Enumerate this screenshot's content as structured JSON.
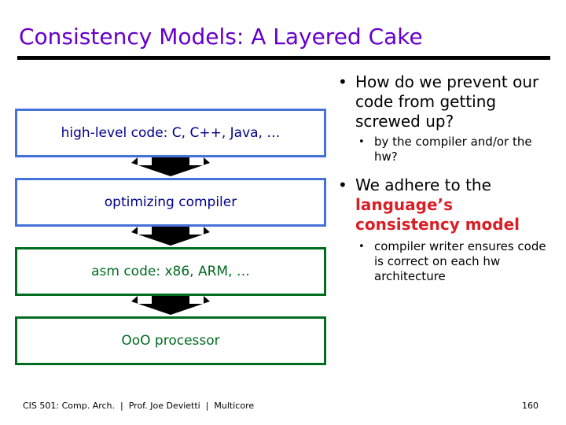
{
  "slide": {
    "title": "Consistency Models: A Layered Cake",
    "title_color": "#6600cc",
    "rule_color": "#000000",
    "background": "#ffffff"
  },
  "diagram": {
    "arrow_icon": "arrow-down-block-icon",
    "arrow_color": "#000000",
    "boxes": [
      {
        "id": "high-level-code",
        "label": "high-level code: C, C++, Java, …",
        "border_color": "#4472d8",
        "text_color": "#00008b"
      },
      {
        "id": "optimizing-compiler",
        "label": "optimizing compiler",
        "border_color": "#4472d8",
        "text_color": "#00008b"
      },
      {
        "id": "asm-code",
        "label": "asm code: x86, ARM, …",
        "border_color": "#006c1f",
        "text_color": "#006c1f"
      },
      {
        "id": "ooo-processor",
        "label": "OoO processor",
        "border_color": "#006c1f",
        "text_color": "#006c1f"
      }
    ]
  },
  "bullets": {
    "marker_l1": "•",
    "marker_l2": "•",
    "block1": {
      "main": "How do we prevent our code from getting screwed up?",
      "sub": "by the compiler and/or the hw?"
    },
    "block2": {
      "main_plain": "We adhere to the ",
      "main_emphasis": "language’s consistency model",
      "emphasis_color": "#d81f26",
      "sub": "compiler writer ensures code is correct on each hw architecture"
    }
  },
  "footer": {
    "text": "CIS 501: Comp. Arch.  |  Prof. Joe Devietti  |  Multicore",
    "page_number": "160"
  }
}
